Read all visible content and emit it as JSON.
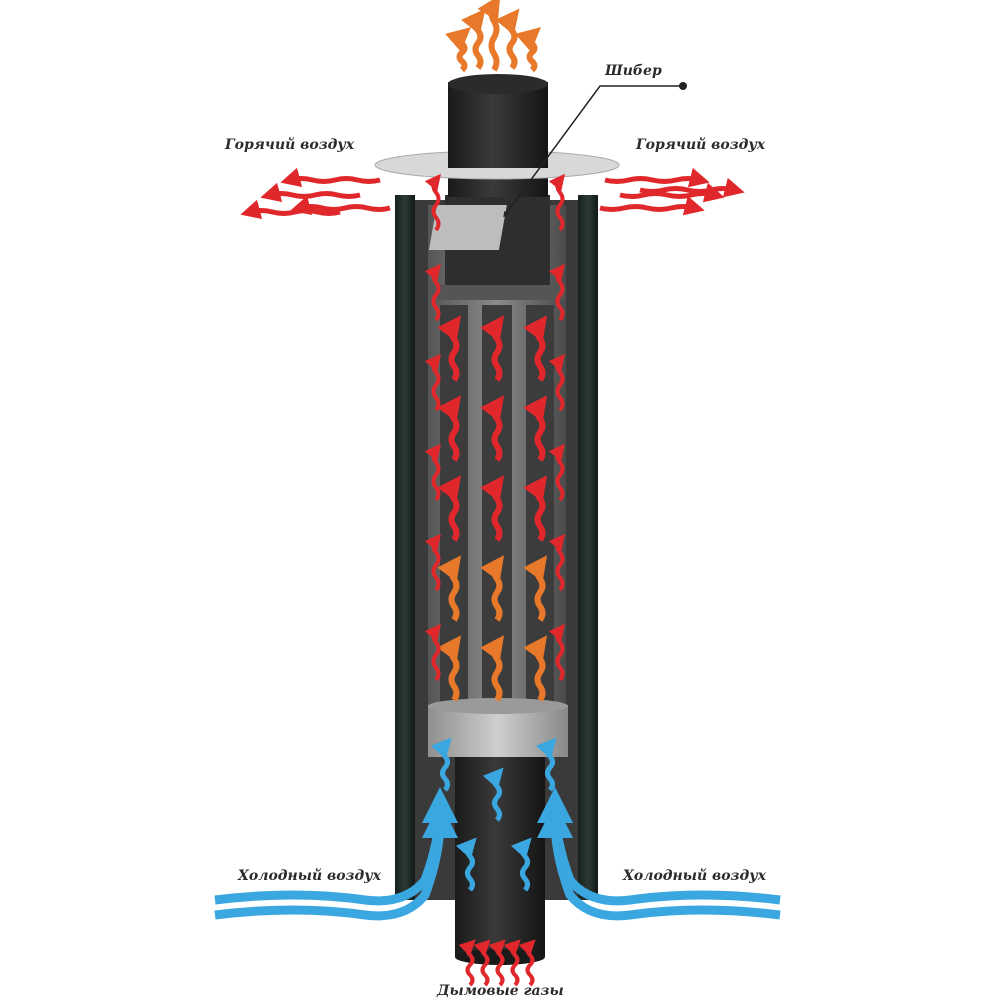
{
  "labels": {
    "damper": "Шибер",
    "hot_air_left": "Горячий воздух",
    "hot_air_right": "Горячий воздух",
    "cold_air_left": "Холодный воздух",
    "cold_air_right": "Холодный воздух",
    "flue_gases": "Дымовые газы"
  },
  "colors": {
    "hot": "#e0282c",
    "warm": "#e8782a",
    "cold": "#3aa7e0",
    "casing": "#1e2a24",
    "pipe": "#2a2a2a",
    "inner": "#6d6d6d"
  },
  "icons": [
    "arrow-up-icon",
    "wavy-arrow-icon"
  ]
}
